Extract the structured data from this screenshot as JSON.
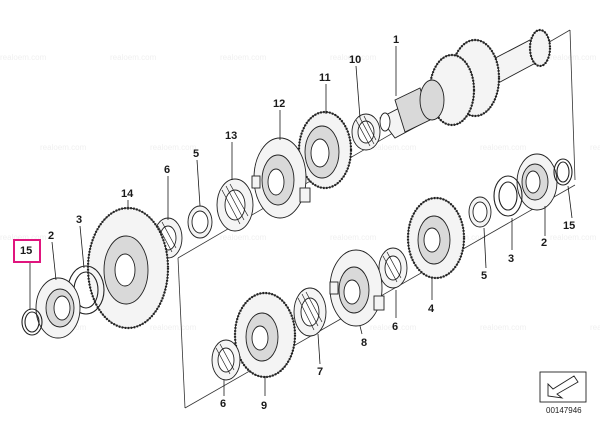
{
  "diagram": {
    "highlighted_part": "15",
    "document_number": "00147946",
    "callouts": [
      "1",
      "10",
      "11",
      "12",
      "13",
      "5",
      "6",
      "14",
      "3",
      "2",
      "15",
      "2",
      "3",
      "5",
      "4",
      "6",
      "8",
      "7",
      "9",
      "6",
      "15",
      "2"
    ],
    "watermark": "realoem.com"
  }
}
